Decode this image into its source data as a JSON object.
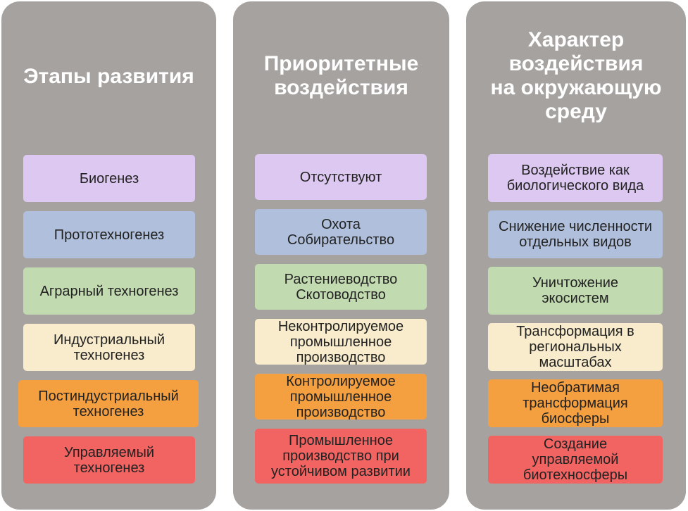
{
  "columns": [
    {
      "title": "Этапы развития",
      "items": [
        "Биогенез",
        "Прототехногенез",
        "Аграрный техногенез",
        "Индустриальный\nтехногенез",
        "Постиндустриальный\nтехногенез",
        "Управляемый\nтехногенез"
      ]
    },
    {
      "title": "Приоритетные\nвоздействия",
      "items": [
        "Отсутствуют",
        "Охота\nСобирательство",
        "Растениеводство\nСкотоводство",
        "Неконтролируемое\nпромышленное\nпроизводство",
        "Контролируемое\nпромышленное\nпроизводство",
        "Промышленное\nпроизводство при\nустойчивом развитии"
      ]
    },
    {
      "title": "Характер\nвоздействия\nна окружающую\nсреду",
      "items": [
        "Воздействие как\nбиологического вида",
        "Снижение численности\nотдельных видов",
        "Уничтожение\nэкосистем",
        "Трансформация в\nрегиональных\nмасштабах",
        "Необратимая\nтрансформация\nбиосферы",
        "Создание\nуправляемой\nбиотехносферы"
      ]
    }
  ],
  "colors": {
    "column_bg": "#a6a2a0",
    "level_1": "#dcc8f0",
    "level_2": "#b0c0dc",
    "level_3": "#c2dab0",
    "level_4": "#f8eccc",
    "level_5": "#f5a040",
    "level_6": "#f26462"
  }
}
